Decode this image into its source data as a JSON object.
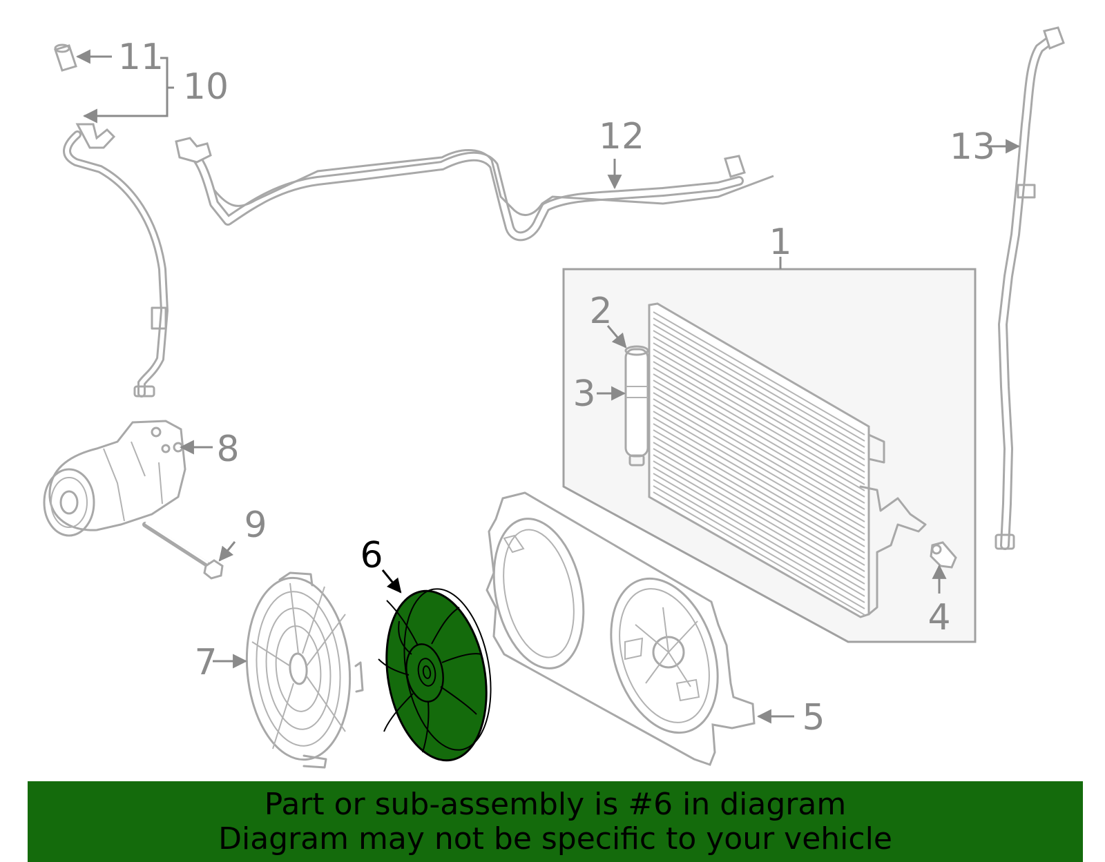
{
  "callouts": {
    "c1": "1",
    "c2": "2",
    "c3": "3",
    "c4": "4",
    "c5": "5",
    "c6": "6",
    "c7": "7",
    "c8": "8",
    "c9": "9",
    "c10": "10",
    "c11": "11",
    "c12": "12",
    "c13": "13"
  },
  "highlight": {
    "part_number": "6",
    "color": "#146b0c"
  },
  "colors": {
    "line": "#a8a8a8",
    "label": "#8a8a8a",
    "banner": "#146b0c",
    "panel": "#f6f6f6"
  },
  "footer": {
    "line1": "Part or sub-assembly is #6 in diagram",
    "line2": "Diagram may not be specific to your vehicle"
  }
}
